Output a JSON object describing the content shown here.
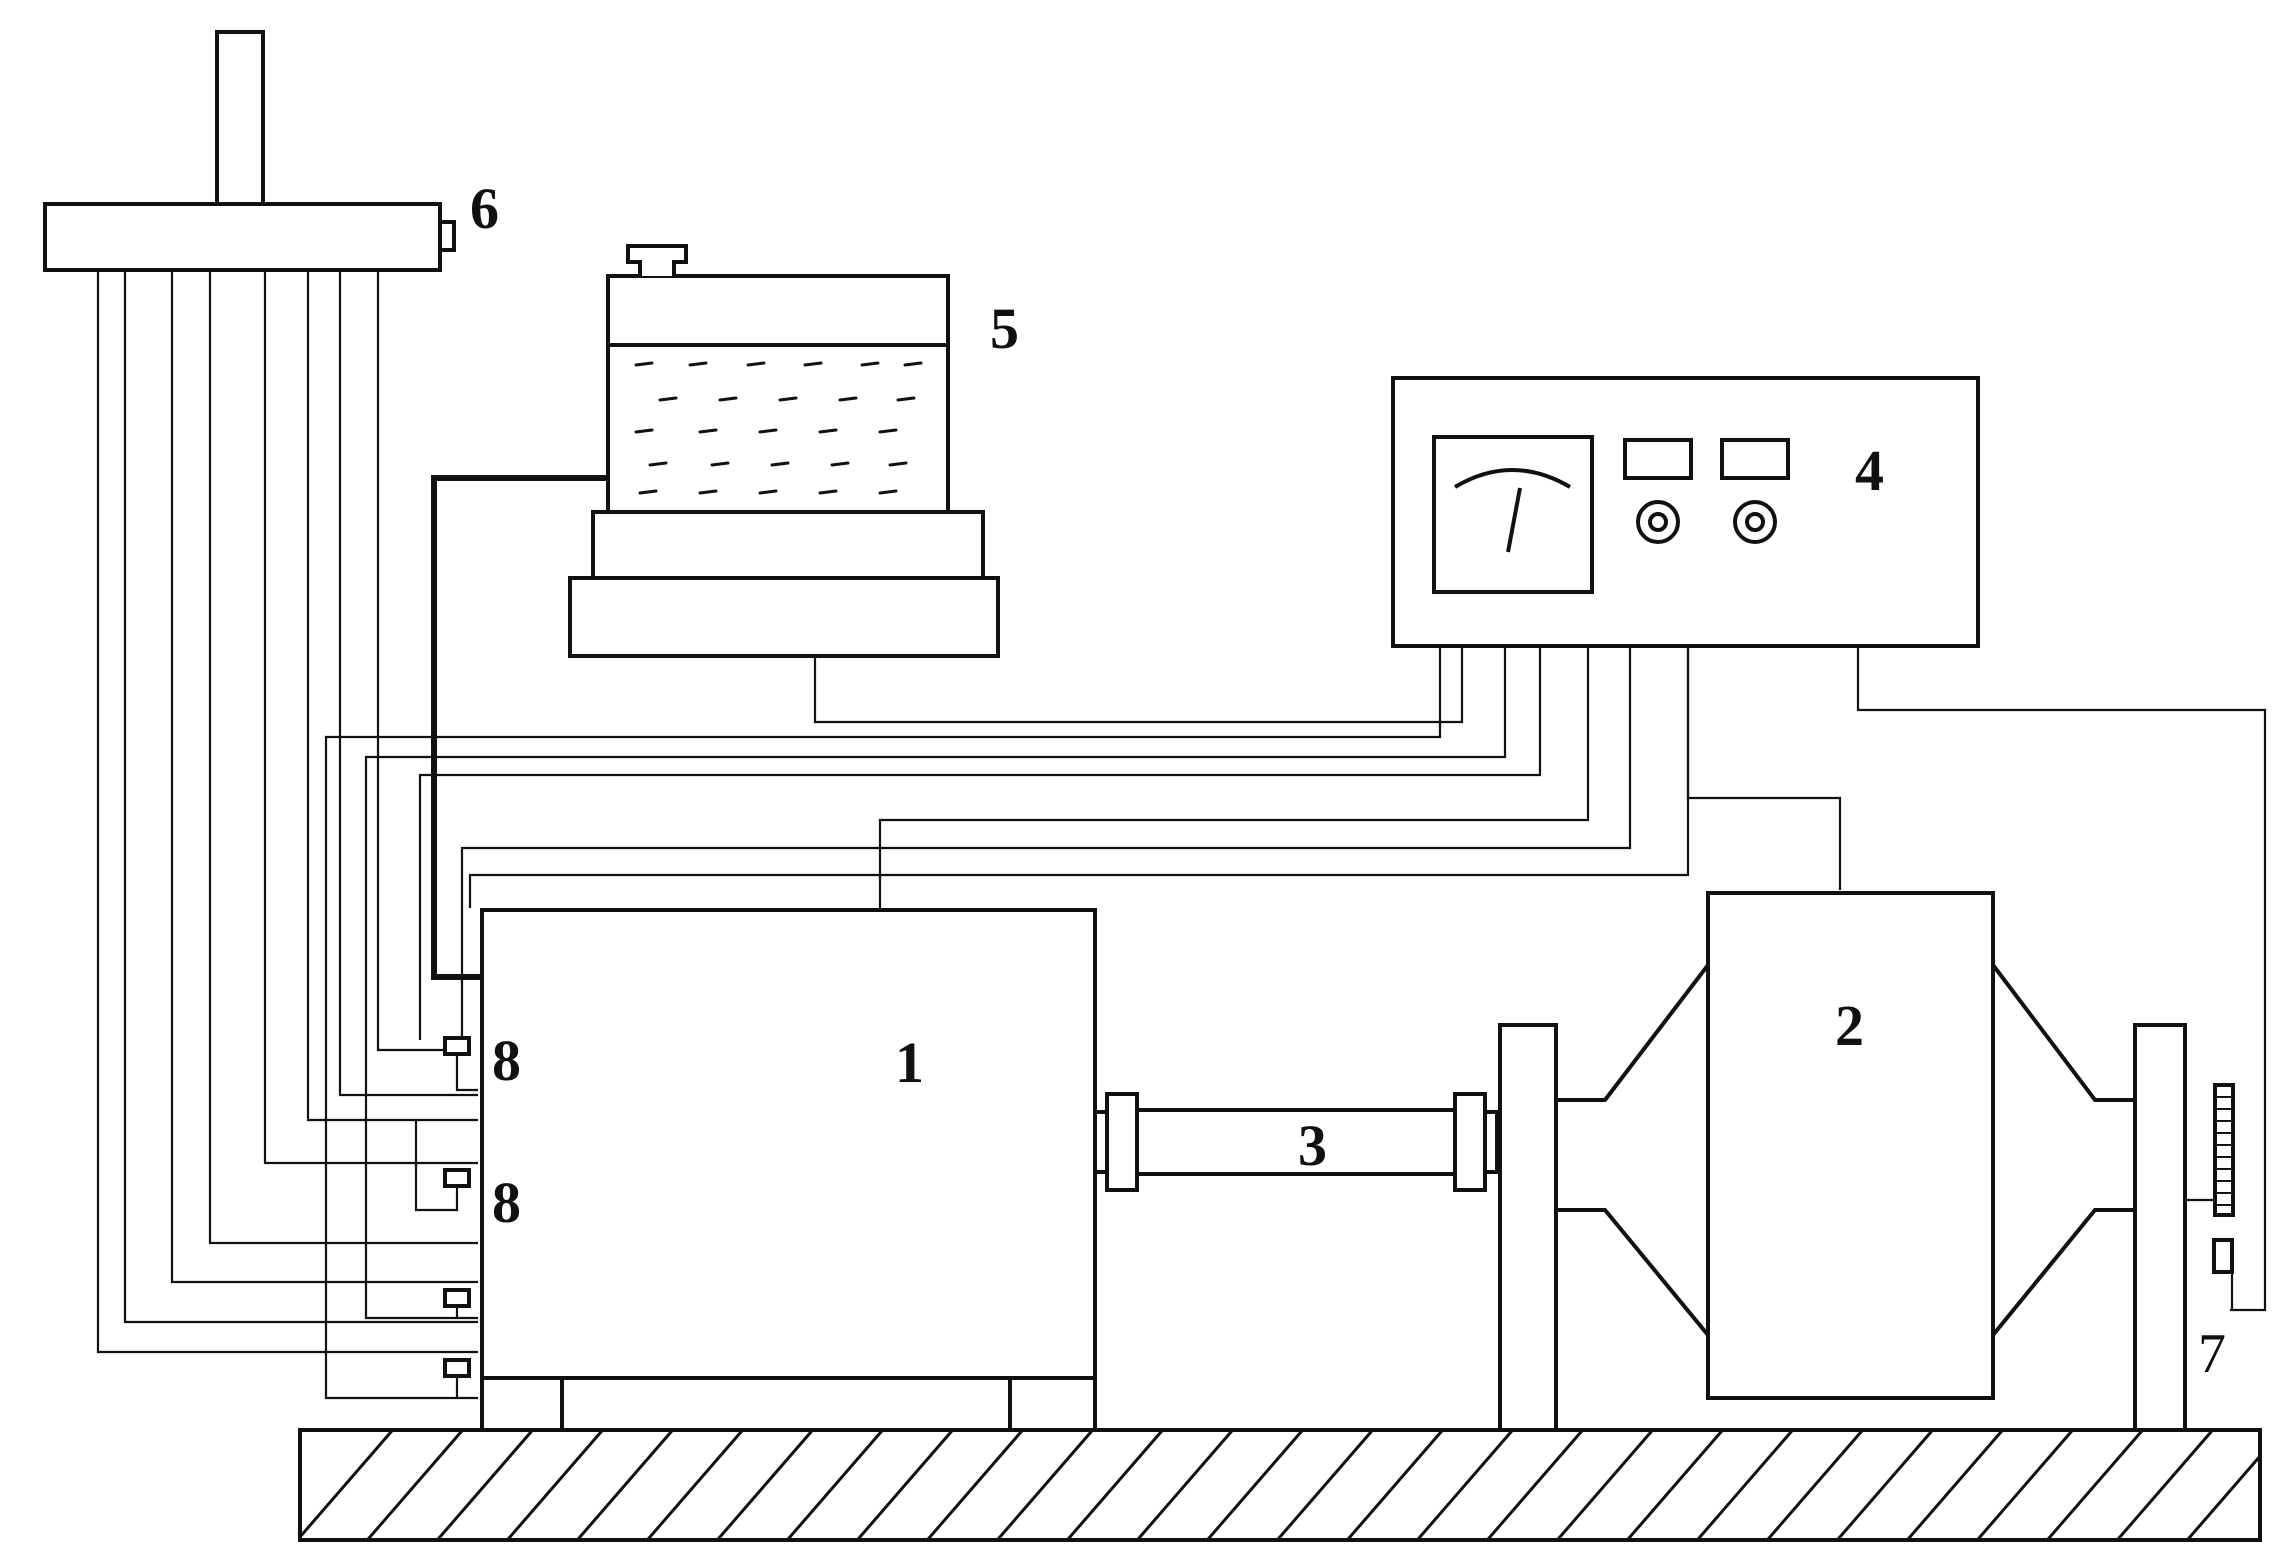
{
  "labels": {
    "engine": "1",
    "dynamometer": "2",
    "shaft": "3",
    "controller": "4",
    "fuel_system": "5",
    "exhaust_manifold": "6",
    "speed_sensor": "7",
    "sensor_upper": "8",
    "sensor_lower": "8"
  }
}
